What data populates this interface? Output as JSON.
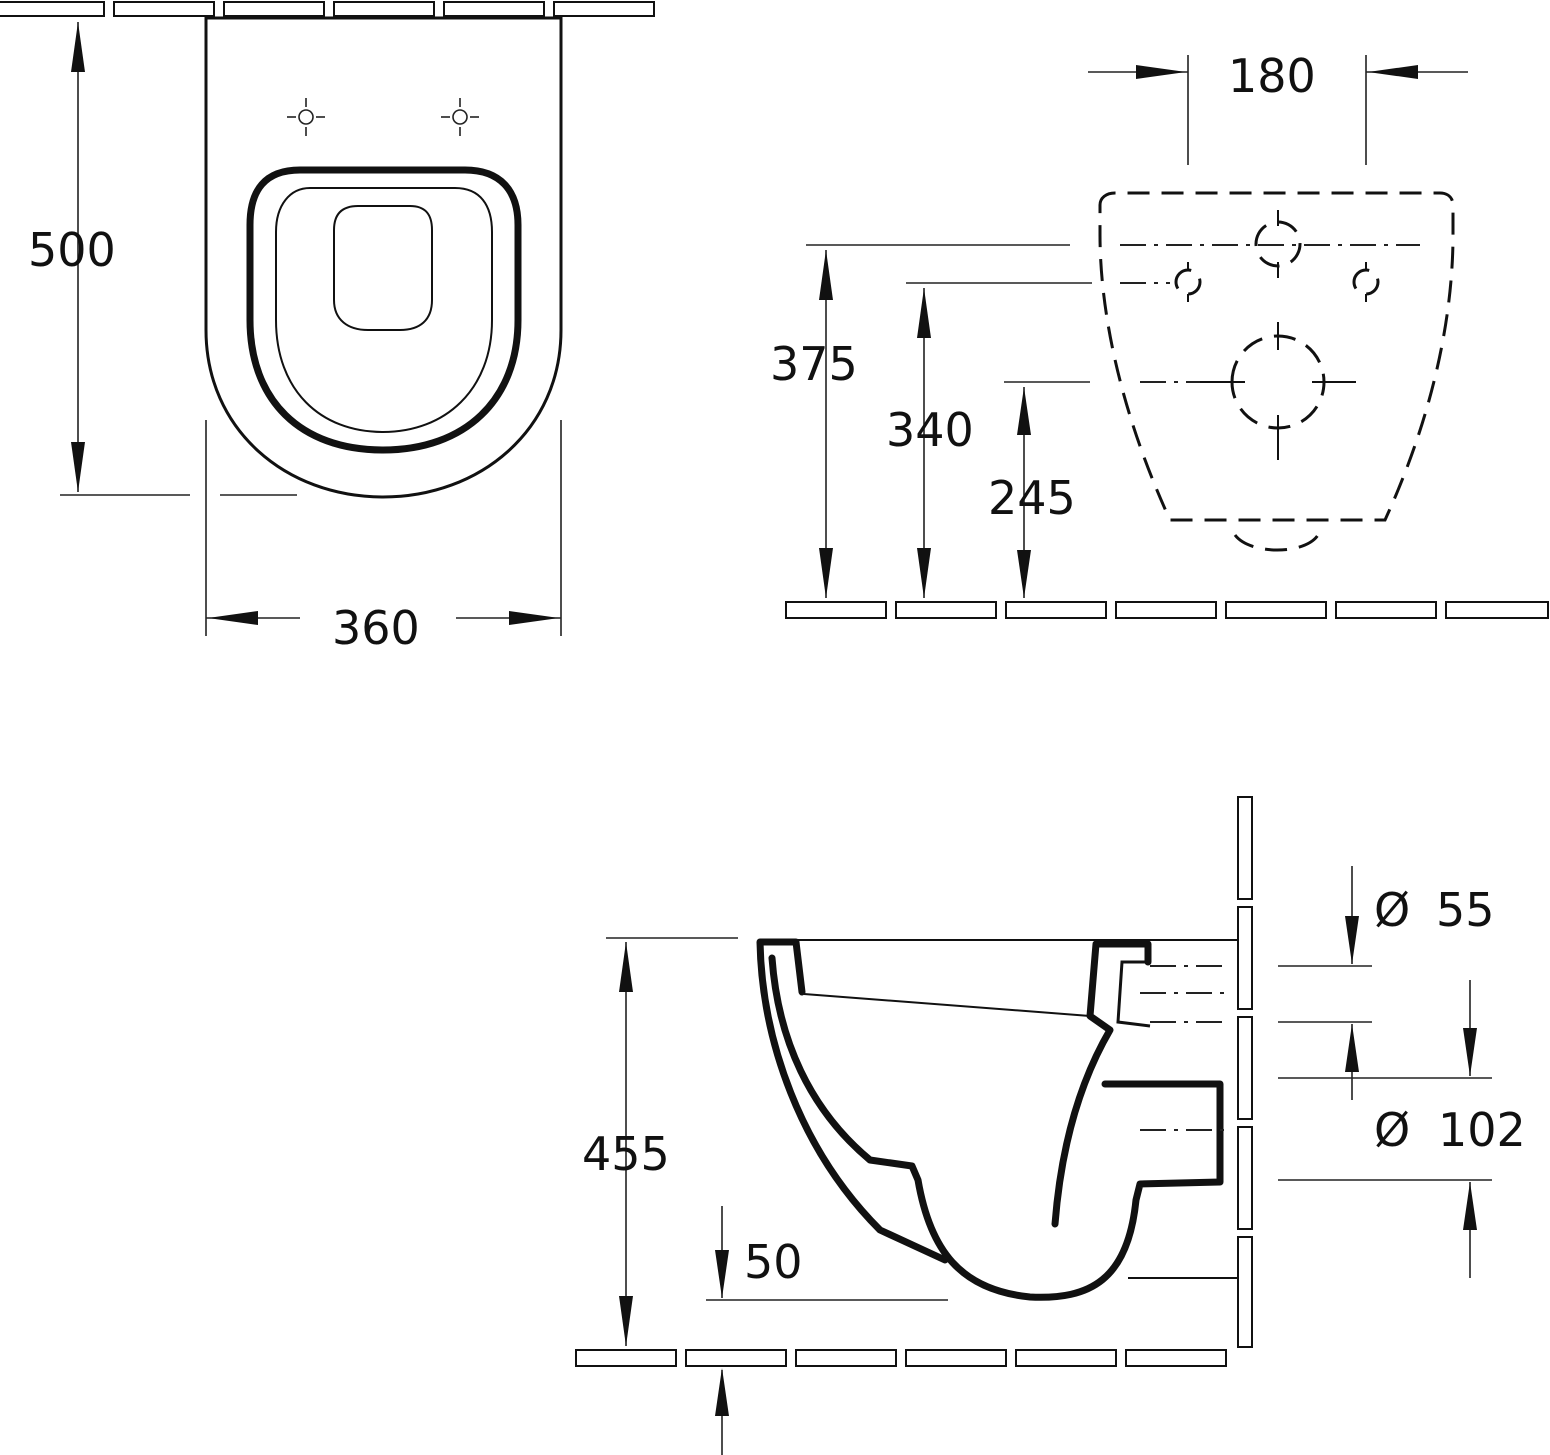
{
  "dimensions": {
    "top_depth": "500",
    "top_width": "360",
    "fix_spacing": "180",
    "fix_h1": "375",
    "fix_h2": "340",
    "fix_h3": "245",
    "height": "455",
    "offset": "50",
    "pipe_small": "55",
    "pipe_large": "102"
  },
  "symbols": {
    "diameter": "Ø"
  },
  "colors": {
    "line": "#111111",
    "background": "#ffffff"
  }
}
